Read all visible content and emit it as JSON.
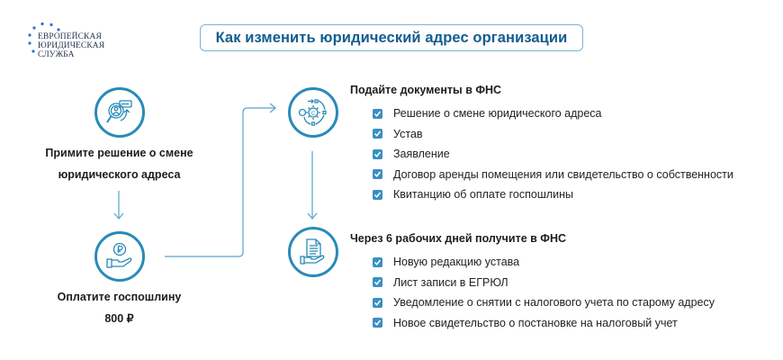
{
  "logo": {
    "lines": [
      "ЕВРОПЕЙСКАЯ",
      "ЮРИДИЧЕСКАЯ",
      "СЛУЖБА"
    ],
    "icon": "star-arc-icon"
  },
  "title": "Как изменить юридический адрес организации",
  "colors": {
    "accent": "#2a8ab8",
    "title_text": "#135d8f",
    "title_border": "#7db3d6",
    "checkbox": "#3b8fc2",
    "connector": "#5aa3cf"
  },
  "steps": [
    {
      "icon": "search-person-document-icon",
      "label_lines": [
        "Примите решение о смене",
        "юридического адреса"
      ]
    },
    {
      "icon": "hand-ruble-coin-icon",
      "label_lines": [
        "Оплатите госпошлину",
        "800 ₽"
      ]
    }
  ],
  "sections": [
    {
      "icon": "gear-cycle-process-icon",
      "title": "Подайте документы в ФНС",
      "items": [
        "Решение о смене юридического адреса",
        "Устав",
        "Заявление",
        "Договор аренды помещения или свидетельство о собственности",
        "Квитанцию об оплате госпошлины"
      ]
    },
    {
      "icon": "hand-document-icon",
      "title": "Через 6 рабочих дней получите в ФНС",
      "items": [
        "Новую редакцию устава",
        "Лист записи в ЕГРЮЛ",
        "Уведомление о снятии с налогового учета по старому адресу",
        "Новое свидетельство о постановке на налоговый учет"
      ]
    }
  ]
}
